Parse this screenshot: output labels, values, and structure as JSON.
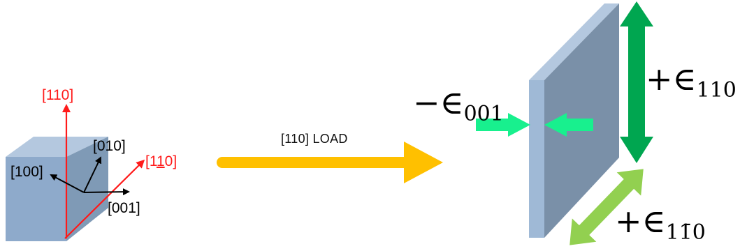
{
  "crystal": {
    "axes": {
      "axis_110": "[110]",
      "axis_1bar10_pre": "[1",
      "axis_1bar10_bar": "1",
      "axis_1bar10_post": "0]",
      "axis_010": "[010]",
      "axis_100": "[100]",
      "axis_001": "[001]"
    }
  },
  "load": {
    "label": "[110] LOAD"
  },
  "strains": {
    "compressive_symbol": "−∈",
    "compressive_sub": "001",
    "tensile_110_symbol": "+∈",
    "tensile_110_sub": "110",
    "tensile_1bar10_symbol": "+∈",
    "tensile_1bar10_sub": "11̄0"
  },
  "colors": {
    "cube_front": "#8eaacb",
    "cube_top": "#b4c8df",
    "cube_side": "#7f9ab6",
    "red_axis": "#ff1a1a",
    "load_arrow": "#ffc000",
    "compress_arrow": "#18f08e",
    "arrow_110": "#00a650",
    "arrow_1bar10": "#92d050",
    "plate_face": "#7a90a8",
    "plate_edge": "#9fb9d6",
    "plate_top": "#b4c8df"
  }
}
